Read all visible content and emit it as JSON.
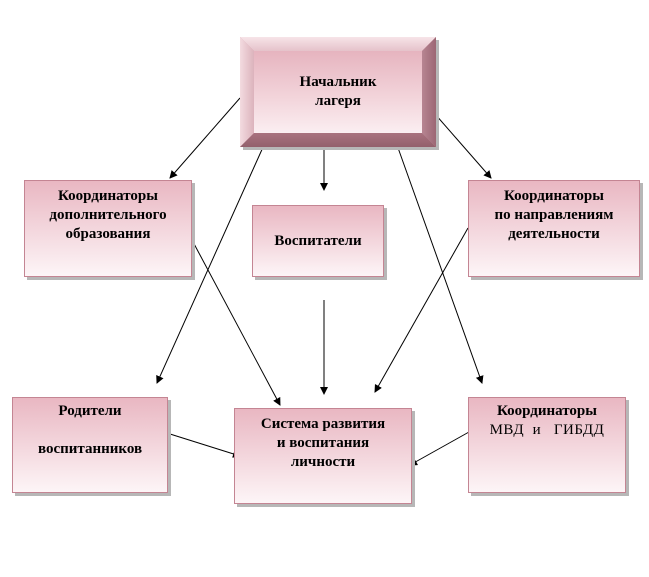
{
  "boxes": {
    "head": {
      "lines": [
        "Начальник",
        "лагеря"
      ]
    },
    "coordinators_additional": {
      "lines": [
        "Координаторы",
        "дополнительного",
        "образования"
      ]
    },
    "educators": {
      "lines": [
        "Воспитатели"
      ]
    },
    "coordinators_directions": {
      "lines": [
        "Координаторы",
        "по направлениям",
        "деятельности"
      ]
    },
    "parents": {
      "lines": [
        "Родители",
        "воспитанников"
      ]
    },
    "system": {
      "lines": [
        "Система развития",
        "и воспитания",
        "личности"
      ]
    },
    "coordinators_mvd": {
      "lines": [
        "Координаторы",
        "МВД  и   ГИБДД"
      ]
    }
  },
  "colors": {
    "box_fill_top": "#e9b7c2",
    "box_fill_bottom": "#fdf5f7",
    "box_border": "#c48593",
    "arrow": "#000000"
  }
}
